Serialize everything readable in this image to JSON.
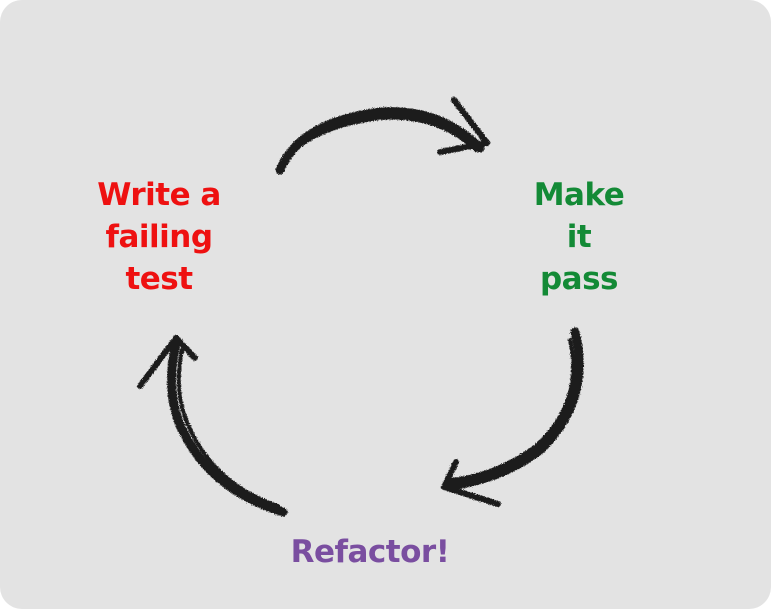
{
  "cycle": {
    "steps": [
      {
        "lines": [
          "Write a",
          "failing",
          "test"
        ],
        "color": "#ee1111"
      },
      {
        "lines": [
          "Make",
          "it",
          "pass"
        ],
        "color": "#138a36"
      },
      {
        "lines": [
          "Refactor!"
        ],
        "color": "#7a4ea0"
      }
    ],
    "arrow_color": "#1e1e1e",
    "background_color": "#e3e3e3"
  }
}
